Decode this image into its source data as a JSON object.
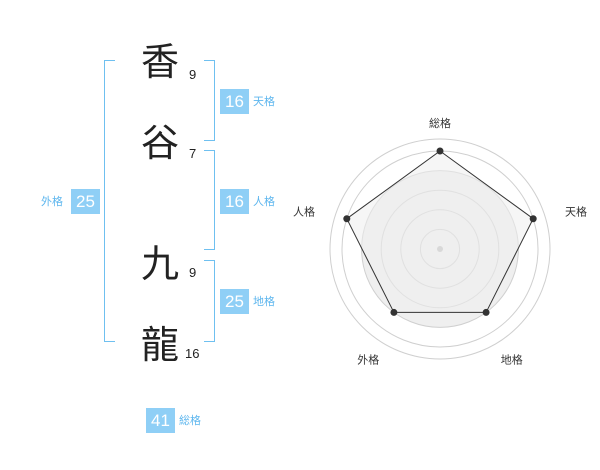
{
  "name": {
    "chars": [
      {
        "char": "香",
        "strokes": "9"
      },
      {
        "char": "谷",
        "strokes": "7"
      },
      {
        "char": "九",
        "strokes": "9"
      },
      {
        "char": "龍",
        "strokes": "16"
      }
    ]
  },
  "fortunes": {
    "tenkaku": {
      "value": "16",
      "label": "天格"
    },
    "jinkaku": {
      "value": "16",
      "label": "人格"
    },
    "chikaku": {
      "value": "25",
      "label": "地格"
    },
    "gaikaku": {
      "value": "25",
      "label": "外格"
    },
    "soukaku": {
      "value": "41",
      "label": "総格"
    }
  },
  "chart_data": {
    "type": "radar",
    "axes": [
      "総格",
      "天格",
      "地格",
      "外格",
      "人格"
    ],
    "values": [
      5,
      5,
      4,
      4,
      5
    ],
    "max": 5,
    "rings": 5,
    "colors": {
      "fill": "#efefef",
      "line": "#333333",
      "grid": "#cfcfcf",
      "point": "#333333"
    }
  },
  "colors": {
    "accent": "#8fcff6",
    "label": "#5db6ee",
    "bracket": "#6fc0f0"
  }
}
